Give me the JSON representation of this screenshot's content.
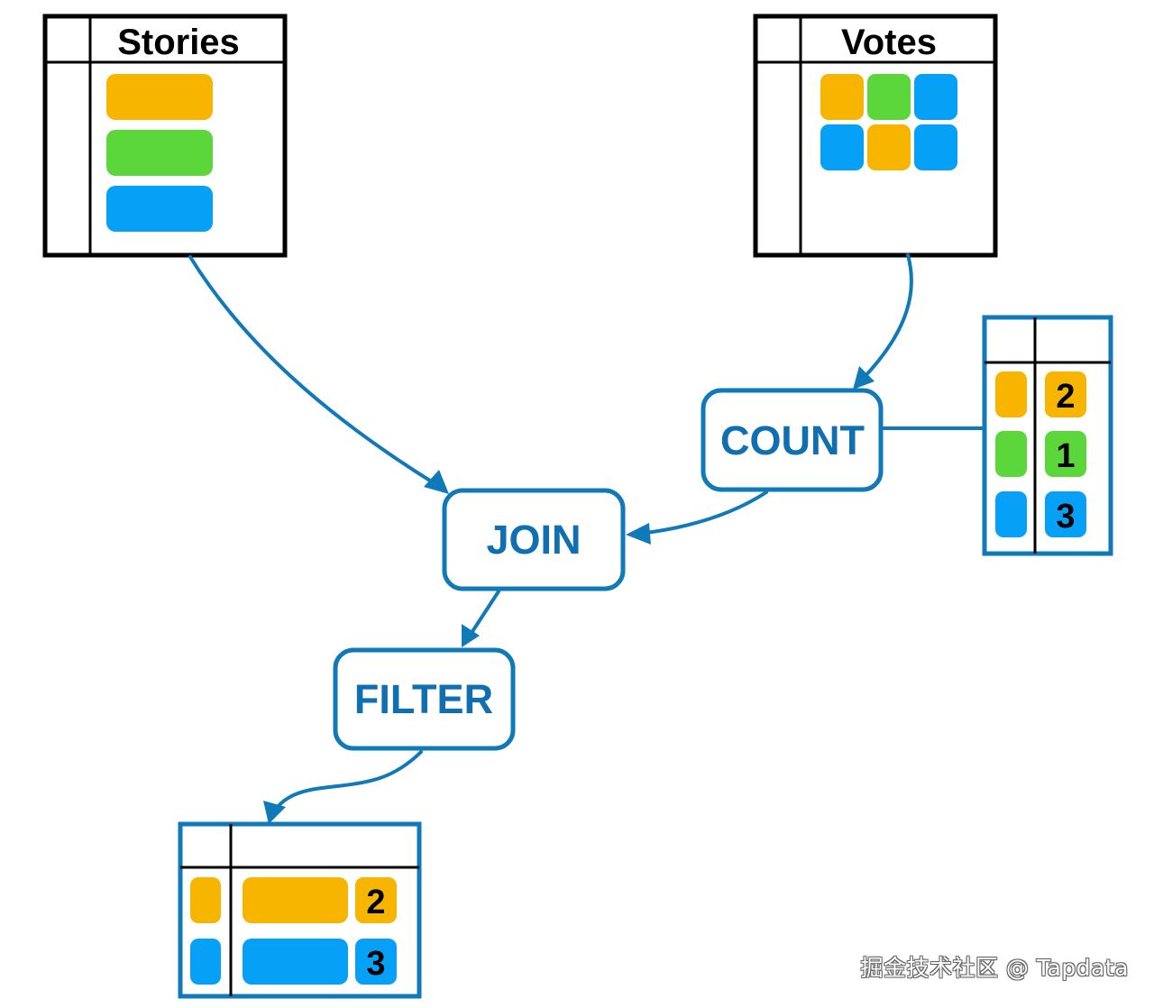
{
  "colors": {
    "flow_blue": "#1079b7",
    "label_blue": "#0f6fb0",
    "orange": "#f7b500",
    "green": "#5bd63b",
    "blue": "#06a1f7",
    "black": "#000000"
  },
  "tables": {
    "stories": {
      "title": "Stories",
      "rows": [
        "orange",
        "green",
        "blue"
      ]
    },
    "votes": {
      "title": "Votes",
      "cells": [
        "orange",
        "green",
        "blue",
        "blue",
        "orange",
        "blue"
      ]
    },
    "counts": {
      "rows": [
        {
          "key": "orange",
          "count": "2"
        },
        {
          "key": "green",
          "count": "1"
        },
        {
          "key": "blue",
          "count": "3"
        }
      ]
    },
    "result": {
      "rows": [
        {
          "key": "orange",
          "count": "2"
        },
        {
          "key": "blue",
          "count": "3"
        }
      ]
    }
  },
  "operators": {
    "count": "COUNT",
    "join": "JOIN",
    "filter": "FILTER"
  },
  "watermark": "掘金技术社区 @ Tapdata"
}
